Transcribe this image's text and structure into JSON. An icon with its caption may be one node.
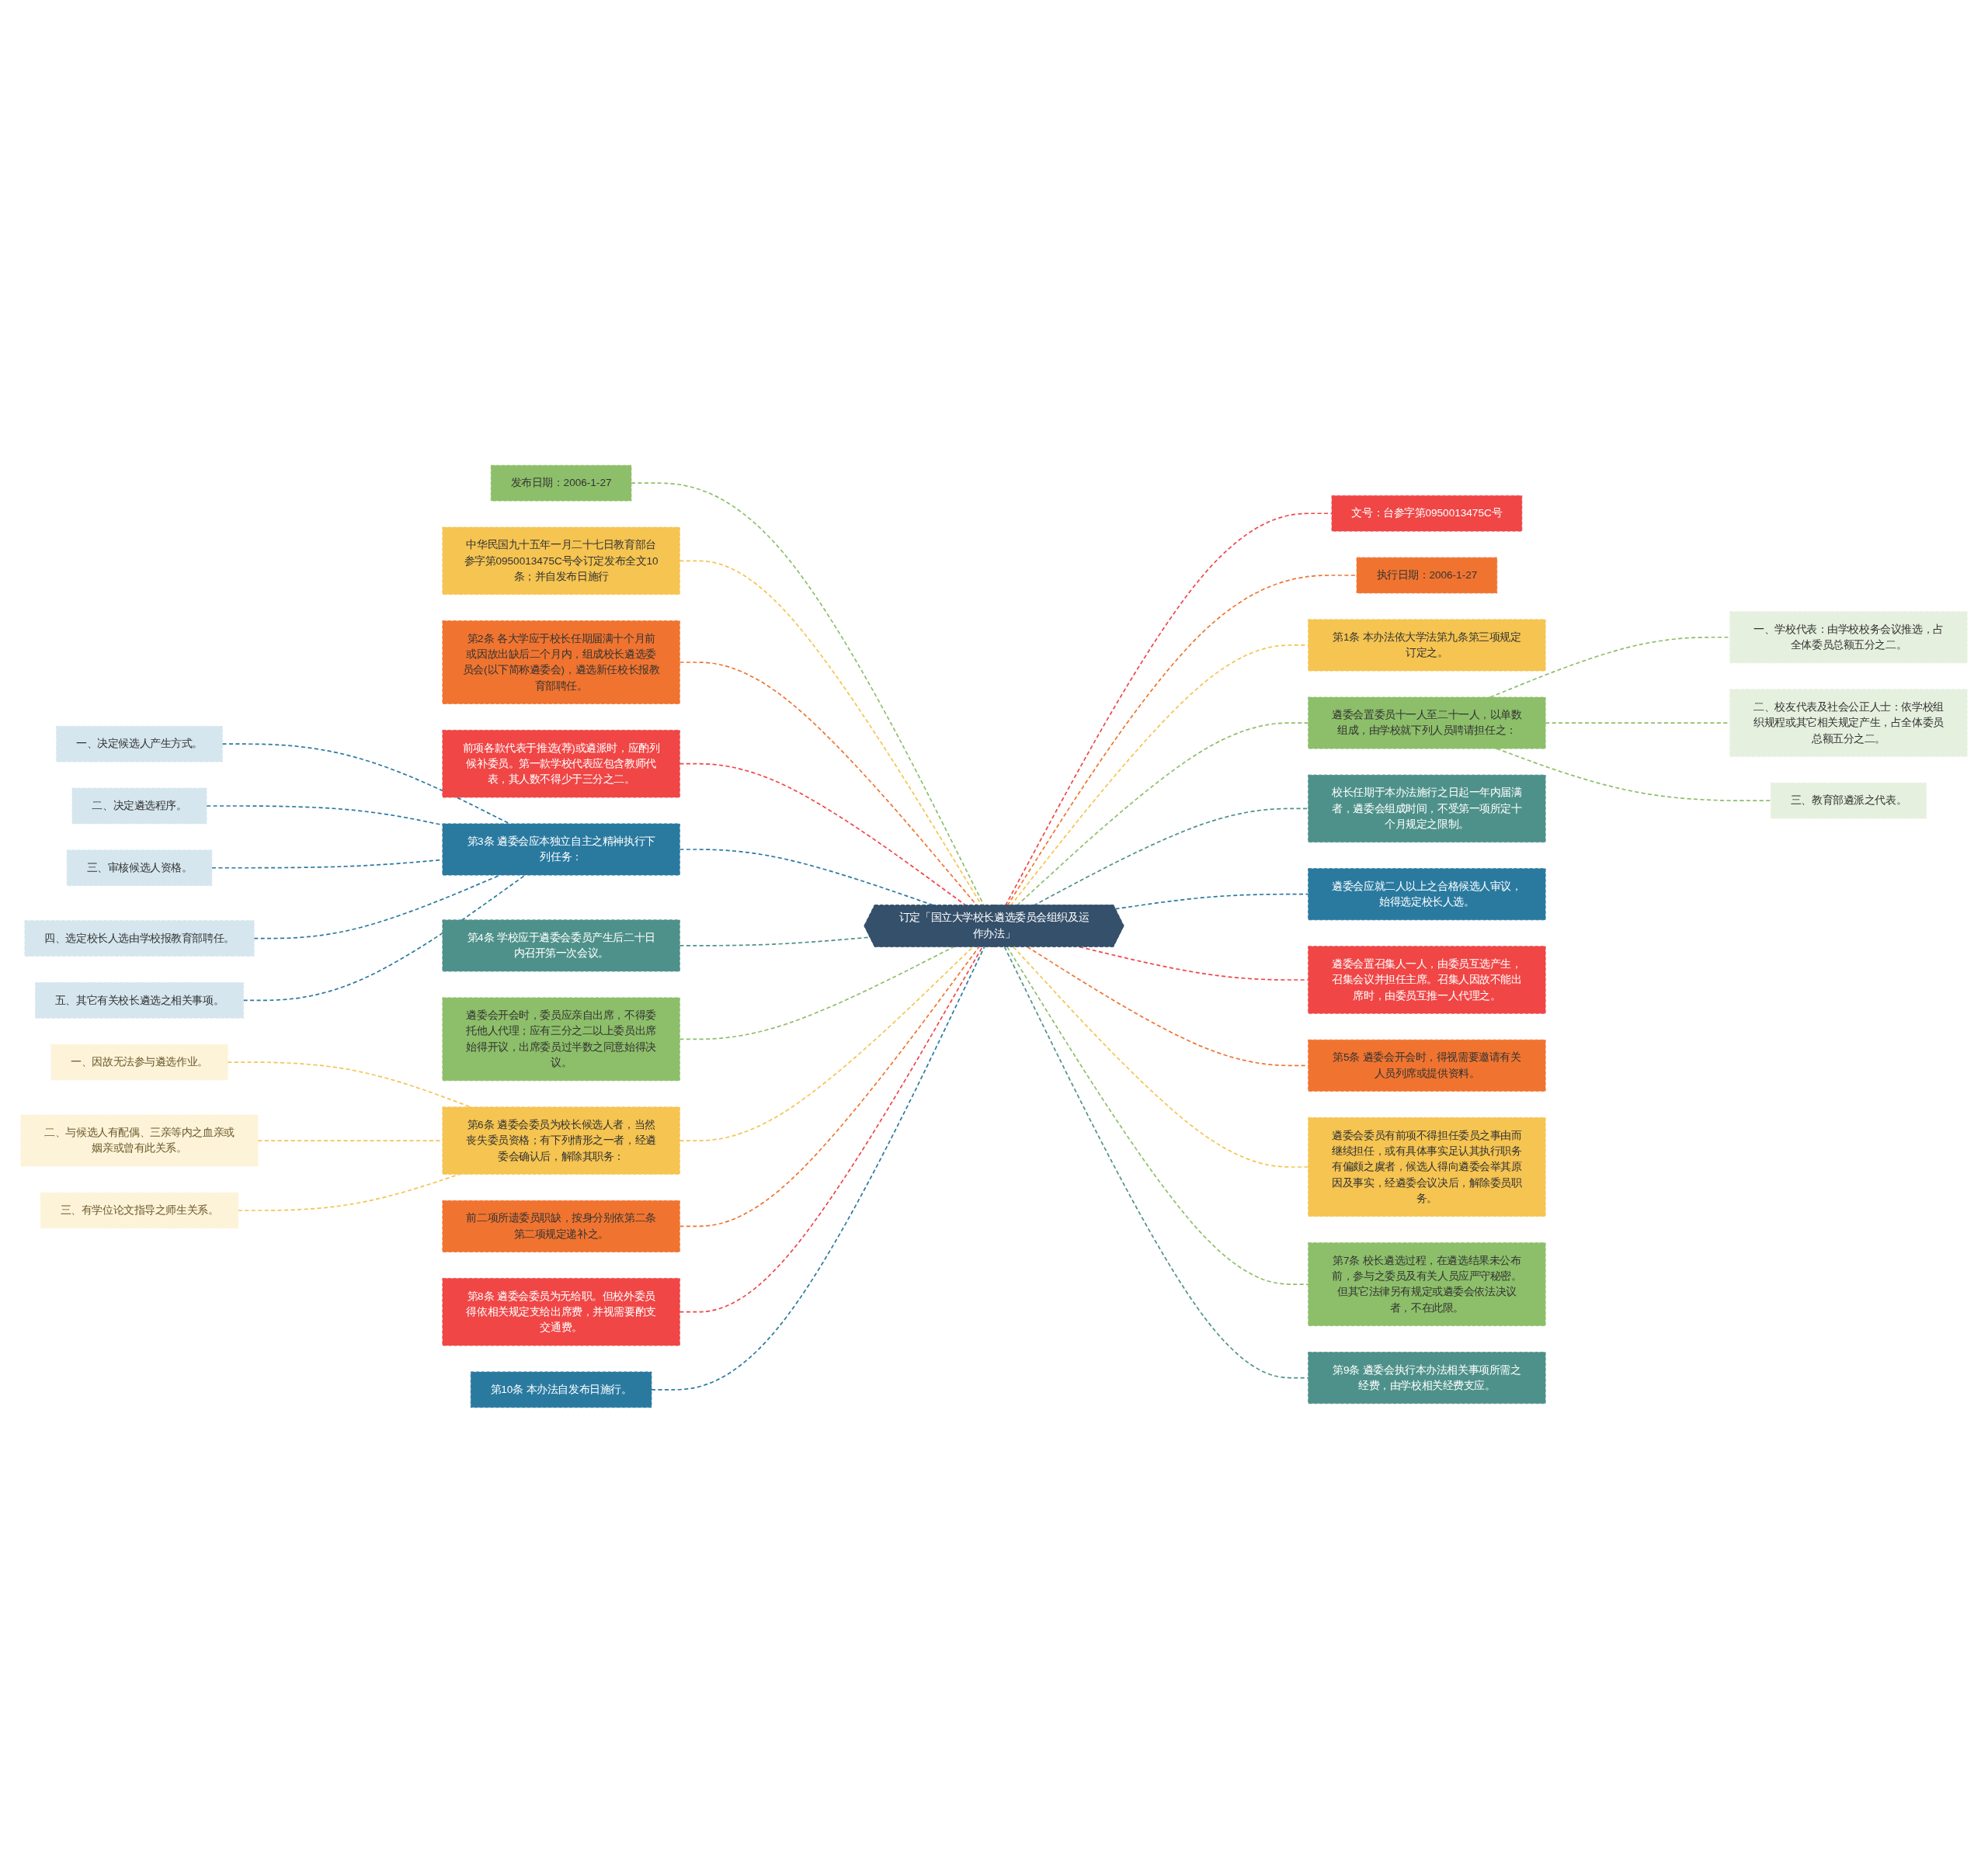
{
  "diagram": {
    "nodes": [
      {
        "text": [
          "订定「国立大学校长遴选委员会组织及运作办法」"
        ]
      },
      {
        "text": [
          "发布日期：2006-1-27"
        ]
      },
      {
        "text": [
          "中华民国九十五年一月二十七日教育部台参字第0950013475C号令订定发布全文10条；并自发布日施行"
        ]
      },
      {
        "text": [
          "第2条 各大学应于校长任期届满十个月前或因故出缺后二个月内，组成校长遴选委员会(以下简称遴委会)，遴选新任校长报教育部聘任。"
        ]
      },
      {
        "text": [
          "前项各款代表于推选(荐)或遴派时，应酌列候补委员。第一款学校代表应包含教师代表，其人数不得少于三分之二。"
        ]
      },
      {
        "text": [
          "第3条 遴委会应本独立自主之精神执行下列任务："
        ]
      },
      {
        "text": [
          "一、决定候选人产生方式。"
        ]
      },
      {
        "text": [
          "二、决定遴选程序。"
        ]
      },
      {
        "text": [
          "三、审核候选人资格。"
        ]
      },
      {
        "text": [
          "四、选定校长人选由学校报教育部聘任。"
        ]
      },
      {
        "text": [
          "五、其它有关校长遴选之相关事项。"
        ]
      },
      {
        "text": [
          "第4条 学校应于遴委会委员产生后二十日内召开第一次会议。"
        ]
      },
      {
        "text": [
          "遴委会开会时，委员应亲自出席，不得委托他人代理；应有三分之二以上委员出席始得开议，出席委员过半数之同意始得决议。"
        ]
      },
      {
        "text": [
          "第6条 遴委会委员为校长候选人者，当然丧失委员资格；有下列情形之一者，经遴委会确认后，解除其职务："
        ]
      },
      {
        "text": [
          "一、因故无法参与遴选作业。"
        ]
      },
      {
        "text": [
          "二、与候选人有配偶、三亲等内之血亲或姻亲或曾有此关系。"
        ]
      },
      {
        "text": [
          "三、有学位论文指导之师生关系。"
        ]
      },
      {
        "text": [
          "前二项所遗委员职缺，按身分别依第二条第二项规定递补之。"
        ]
      },
      {
        "text": [
          "第8条 遴委会委员为无给职。但校外委员得依相关规定支给出席费，并视需要酌支交通费。"
        ]
      },
      {
        "text": [
          "第10条 本办法自发布日施行。"
        ]
      },
      {
        "text": [
          "文号：台参字第0950013475C号"
        ]
      },
      {
        "text": [
          "执行日期：2006-1-27"
        ]
      },
      {
        "text": [
          "第1条 本办法依大学法第九条第三项规定订定之。"
        ]
      },
      {
        "text": [
          "遴委会置委员十一人至二十一人，以单数组成，由学校就下列人员聘请担任之："
        ]
      },
      {
        "text": [
          "一、学校代表：由学校校务会议推选，占全体委员总额五分之二。"
        ]
      },
      {
        "text": [
          "二、校友代表及社会公正人士：依学校组织规程或其它相关规定产生，占全体委员总额五分之二。"
        ]
      },
      {
        "text": [
          "三、教育部遴派之代表。"
        ]
      },
      {
        "text": [
          "校长任期于本办法施行之日起一年内届满者，遴委会组成时间，不受第一项所定十个月规定之限制。"
        ]
      },
      {
        "text": [
          "遴委会应就二人以上之合格候选人审议，始得选定校长人选。"
        ]
      },
      {
        "text": [
          "遴委会置召集人一人，由委员互选产生，召集会议并担任主席。召集人因故不能出席时，由委员互推一人代理之。"
        ]
      },
      {
        "text": [
          "第5条 遴委会开会时，得视需要邀请有关人员列席或提供资料。"
        ]
      },
      {
        "text": [
          "遴委会委员有前项不得担任委员之事由而继续担任，或有具体事实足认其执行职务有偏颇之虞者，候选人得向遴委会举其原因及事实，经遴委会议决后，解除委员职务。"
        ]
      },
      {
        "text": [
          "第7条 校长遴选过程，在遴选结果未公布前，参与之委员及有关人员应严守秘密。但其它法律另有规定或遴委会依法决议者，不在此限。"
        ]
      },
      {
        "text": [
          "第9条 遴委会执行本办法相关事项所需之经费，由学校相关经费支应。"
        ]
      }
    ],
    "edges": [
      {
        "from": 0,
        "to": 1,
        "arrow": "none",
        "style": "dashed",
        "color": "#8dbf6a"
      },
      {
        "from": 0,
        "to": 2,
        "arrow": "none",
        "style": "dashed",
        "color": "#f5c451"
      },
      {
        "from": 0,
        "to": 3,
        "arrow": "none",
        "style": "dashed",
        "color": "#f07430"
      },
      {
        "from": 0,
        "to": 4,
        "arrow": "none",
        "style": "dashed",
        "color": "#f04646"
      },
      {
        "from": 0,
        "to": 5,
        "arrow": "none",
        "style": "dashed",
        "color": "#2a7aa0"
      },
      {
        "from": 5,
        "to": 6,
        "arrow": "none",
        "style": "dashed",
        "color": "#2a7aa0"
      },
      {
        "from": 5,
        "to": 7,
        "arrow": "none",
        "style": "dashed",
        "color": "#2a7aa0"
      },
      {
        "from": 5,
        "to": 8,
        "arrow": "none",
        "style": "dashed",
        "color": "#2a7aa0"
      },
      {
        "from": 5,
        "to": 9,
        "arrow": "none",
        "style": "dashed",
        "color": "#2a7aa0"
      },
      {
        "from": 5,
        "to": 10,
        "arrow": "none",
        "style": "dashed",
        "color": "#2a7aa0"
      },
      {
        "from": 0,
        "to": 11,
        "arrow": "none",
        "style": "dashed",
        "color": "#4e918a"
      },
      {
        "from": 0,
        "to": 12,
        "arrow": "none",
        "style": "dashed",
        "color": "#8dbf6a"
      },
      {
        "from": 0,
        "to": 13,
        "arrow": "none",
        "style": "dashed",
        "color": "#f5c451"
      },
      {
        "from": 13,
        "to": 14,
        "arrow": "none",
        "style": "dashed",
        "color": "#f5c451"
      },
      {
        "from": 13,
        "to": 15,
        "arrow": "none",
        "style": "dashed",
        "color": "#f5c451"
      },
      {
        "from": 13,
        "to": 16,
        "arrow": "none",
        "style": "dashed",
        "color": "#f5c451"
      },
      {
        "from": 0,
        "to": 17,
        "arrow": "none",
        "style": "dashed",
        "color": "#f07430"
      },
      {
        "from": 0,
        "to": 18,
        "arrow": "none",
        "style": "dashed",
        "color": "#f04646"
      },
      {
        "from": 0,
        "to": 19,
        "arrow": "none",
        "style": "dashed",
        "color": "#2a7aa0"
      },
      {
        "from": 0,
        "to": 20,
        "arrow": "none",
        "style": "dashed",
        "color": "#f04646"
      },
      {
        "from": 0,
        "to": 21,
        "arrow": "none",
        "style": "dashed",
        "color": "#f07430"
      },
      {
        "from": 0,
        "to": 22,
        "arrow": "none",
        "style": "dashed",
        "color": "#f5c451"
      },
      {
        "from": 0,
        "to": 23,
        "arrow": "none",
        "style": "dashed",
        "color": "#8dbf6a"
      },
      {
        "from": 23,
        "to": 24,
        "arrow": "none",
        "style": "dashed",
        "color": "#8dbf6a"
      },
      {
        "from": 23,
        "to": 25,
        "arrow": "none",
        "style": "dashed",
        "color": "#8dbf6a"
      },
      {
        "from": 23,
        "to": 26,
        "arrow": "none",
        "style": "dashed",
        "color": "#8dbf6a"
      },
      {
        "from": 0,
        "to": 27,
        "arrow": "none",
        "style": "dashed",
        "color": "#4e918a"
      },
      {
        "from": 0,
        "to": 28,
        "arrow": "none",
        "style": "dashed",
        "color": "#2a7aa0"
      },
      {
        "from": 0,
        "to": 29,
        "arrow": "none",
        "style": "dashed",
        "color": "#f04646"
      },
      {
        "from": 0,
        "to": 30,
        "arrow": "none",
        "style": "dashed",
        "color": "#f07430"
      },
      {
        "from": 0,
        "to": 31,
        "arrow": "none",
        "style": "dashed",
        "color": "#f5c451"
      },
      {
        "from": 0,
        "to": 32,
        "arrow": "none",
        "style": "dashed",
        "color": "#8dbf6a"
      },
      {
        "from": 0,
        "to": 33,
        "arrow": "none",
        "style": "dashed",
        "color": "#4e918a"
      }
    ]
  }
}
